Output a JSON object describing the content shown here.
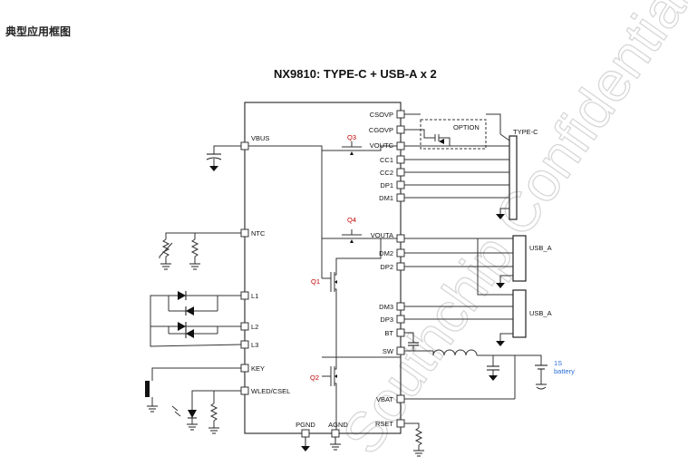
{
  "page_heading": "典型应用框图",
  "diagram_title": "NX9810: TYPE-C + USB-A x 2",
  "ic_pins_right": [
    "CSOVP",
    "CGOVP",
    "VOUTC",
    "CC1",
    "CC2",
    "DP1",
    "DM1",
    "VOUTA",
    "DM2",
    "DP2",
    "DM3",
    "DP3",
    "BT",
    "SW",
    "VBAT",
    "RSET"
  ],
  "ic_pins_left": [
    "VBUS",
    "NTC",
    "L1",
    "L2",
    "L3",
    "KEY",
    "WLED/CSEL"
  ],
  "ic_pins_bottom": [
    "PGND",
    "AGND"
  ],
  "transistors": [
    "Q3",
    "Q4",
    "Q1",
    "Q2"
  ],
  "option_label": "OPTION",
  "connectors": {
    "typec": "TYPE-C",
    "usba1": "USB_A",
    "usba2": "USB_A"
  },
  "battery": {
    "line1": "1S",
    "line2": "battery"
  },
  "watermark": "Southchip Confidential"
}
